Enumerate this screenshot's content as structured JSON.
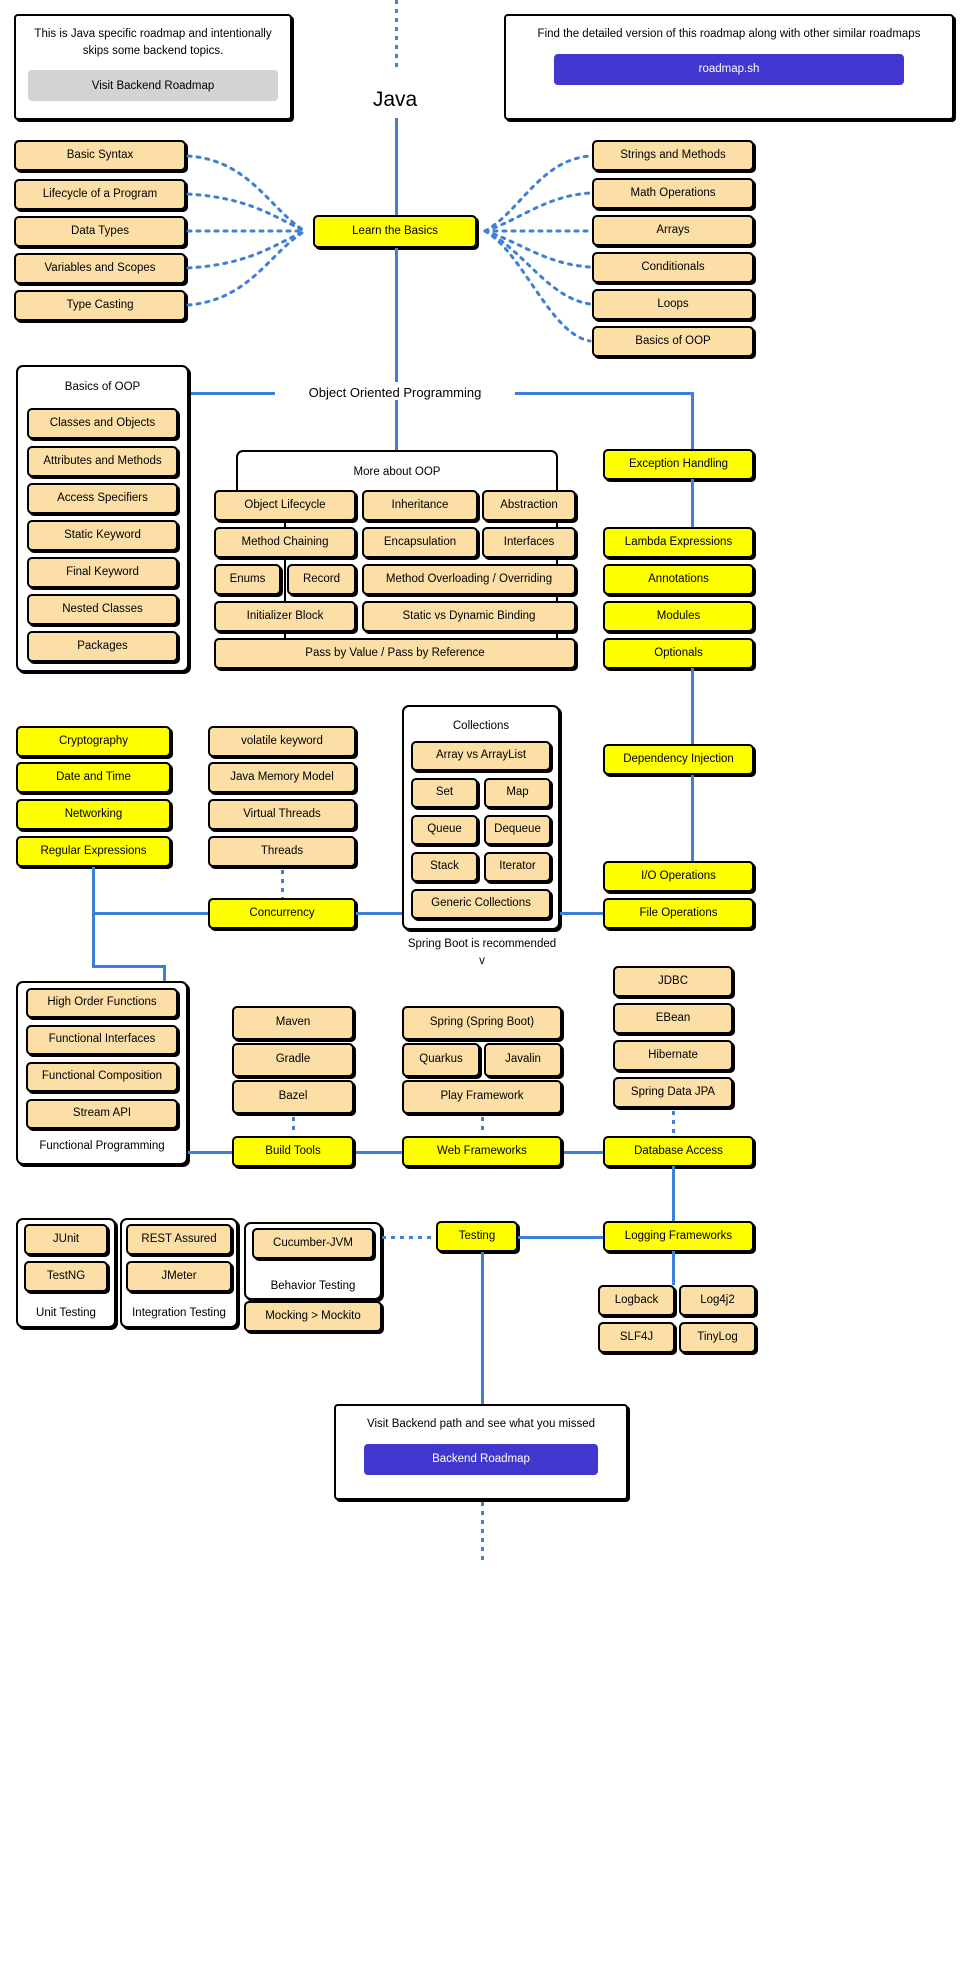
{
  "title": "Java",
  "notes": {
    "left": {
      "text": "This is Java specific roadmap and intentionally skips some backend topics.",
      "button": "Visit Backend Roadmap"
    },
    "right": {
      "text": "Find the detailed version of this roadmap along with other similar roadmaps",
      "button": "roadmap.sh"
    },
    "bottom": {
      "text": "Visit Backend path and see what you missed",
      "button": "Backend Roadmap"
    }
  },
  "colors": {
    "primary_node": "#ffff00",
    "secondary_node": "#fcdfa6",
    "connector": "#3f7fd6",
    "button_blue": "#4137cf",
    "button_grey": "#d3d3d3",
    "border": "#000000"
  },
  "basics": {
    "center": "Learn the Basics",
    "left_items": [
      "Basic Syntax",
      "Lifecycle of a Program",
      "Data Types",
      "Variables and Scopes",
      "Type Casting"
    ],
    "right_items": [
      "Strings and Methods",
      "Math Operations",
      "Arrays",
      "Conditionals",
      "Loops",
      "Basics of OOP"
    ]
  },
  "oop": {
    "heading": "Object Oriented Programming",
    "basics_group": {
      "label": "Basics of OOP",
      "items": [
        "Classes and Objects",
        "Attributes and Methods",
        "Access Specifiers",
        "Static Keyword",
        "Final Keyword",
        "Nested Classes",
        "Packages"
      ]
    },
    "more_group": {
      "label": "More about OOP",
      "items": [
        "Object Lifecycle",
        "Inheritance",
        "Abstraction",
        "Method Chaining",
        "Encapsulation",
        "Interfaces",
        "Enums",
        "Record",
        "Method Overloading / Overriding",
        "Initializer Block",
        "Static vs Dynamic Binding",
        "Pass by Value / Pass by Reference"
      ]
    },
    "right_column": [
      "Exception Handling",
      "Lambda Expressions",
      "Annotations",
      "Modules",
      "Optionals"
    ]
  },
  "advanced": {
    "left_yellow": [
      "Cryptography",
      "Date and Time",
      "Networking",
      "Regular Expressions"
    ],
    "concurrency_items": [
      "volatile keyword",
      "Java Memory Model",
      "Virtual Threads",
      "Threads"
    ],
    "concurrency_label": "Concurrency",
    "collections_group": {
      "label": "Collections",
      "items": [
        "Array vs ArrayList",
        "Set",
        "Map",
        "Queue",
        "Dequeue",
        "Stack",
        "Iterator",
        "Generic Collections"
      ]
    },
    "right_yellow": [
      "Dependency Injection",
      "I/O Operations",
      "File Operations"
    ]
  },
  "functional": {
    "label": "Functional Programming",
    "items": [
      "High Order Functions",
      "Functional Interfaces",
      "Functional Composition",
      "Stream API"
    ]
  },
  "build_tools": {
    "label": "Build Tools",
    "items": [
      "Maven",
      "Gradle",
      "Bazel"
    ]
  },
  "web_frameworks": {
    "label": "Web Frameworks",
    "hint": "Spring Boot is recommended",
    "hint_arrow": "v",
    "items": [
      "Spring (Spring Boot)",
      "Quarkus",
      "Javalin",
      "Play Framework"
    ]
  },
  "database_access": {
    "label": "Database Access",
    "items": [
      "JDBC",
      "EBean",
      "Hibernate",
      "Spring Data JPA"
    ]
  },
  "testing": {
    "label": "Testing",
    "unit_group": {
      "label": "Unit Testing",
      "items": [
        "JUnit",
        "TestNG"
      ]
    },
    "integration_group": {
      "label": "Integration Testing",
      "items": [
        "REST Assured",
        "JMeter"
      ]
    },
    "behavior_group": {
      "label": "Behavior Testing",
      "items": [
        "Cucumber-JVM"
      ],
      "mocking": "Mocking > Mockito"
    }
  },
  "logging": {
    "label": "Logging Frameworks",
    "items": [
      "Logback",
      "Log4j2",
      "SLF4J",
      "TinyLog"
    ]
  }
}
